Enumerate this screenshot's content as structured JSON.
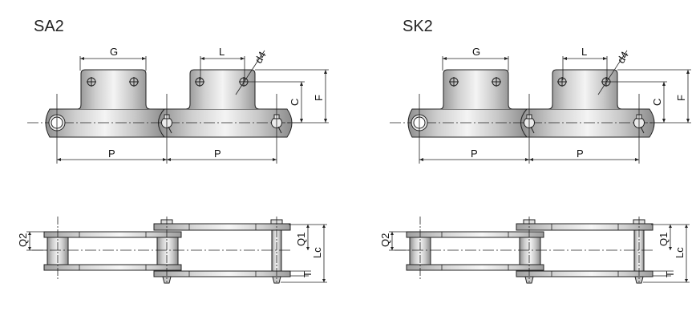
{
  "diagrams": [
    {
      "title": "SA2",
      "top_view_labels": {
        "g": "G",
        "l": "L",
        "d4": "d4",
        "c": "C",
        "f": "F",
        "p1": "P",
        "p2": "P"
      },
      "side_view_labels": {
        "q2": "Q2",
        "q1": "Q1",
        "lc": "Lc",
        "t": "T"
      }
    },
    {
      "title": "SK2",
      "top_view_labels": {
        "g": "G",
        "l": "L",
        "d4": "d4",
        "c": "C",
        "f": "F",
        "p1": "P",
        "p2": "P"
      },
      "side_view_labels": {
        "q2": "Q2",
        "q1": "Q1",
        "lc": "Lc",
        "t": "T"
      }
    }
  ],
  "colors": {
    "line": "#222222",
    "metal_dark": "#9a9a9a",
    "metal_light": "#f2f2f2"
  }
}
